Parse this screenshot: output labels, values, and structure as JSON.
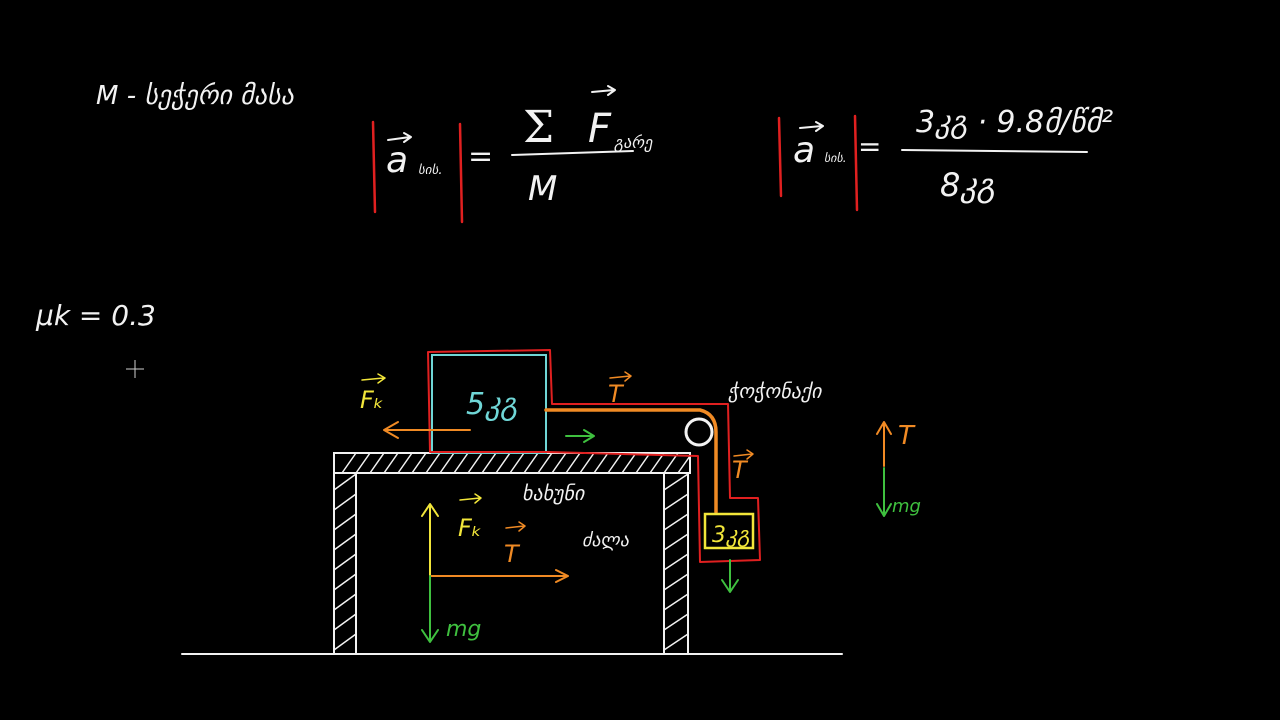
{
  "notes": {
    "mass_note": "M - სეჭერი მასა",
    "mu": "μk = 0.3"
  },
  "formula_general": {
    "lhs": "a",
    "lhs_sub": "სის.",
    "numerator_symbol": "Σ",
    "numerator_F": "F",
    "numerator_sub": "გარე",
    "denominator": "M"
  },
  "formula_numeric": {
    "lhs": "a",
    "lhs_sub": "სის.",
    "numerator": "3კგ · 9.8მ/წმ²",
    "denominator": "8კგ"
  },
  "diagram": {
    "block_top_mass": "5კგ",
    "block_hanging_mass": "3კგ",
    "pulley_label": "ჭოჭონაქი",
    "table_label": "ხახუნი",
    "table_label2": "ძალა",
    "label_friction": "Fₖ",
    "label_tension_top": "T",
    "label_tension_side": "T",
    "label_normal": "Fₖ",
    "label_tension_mid": "T",
    "label_mg_table": "mg",
    "side_T": "T",
    "side_mg": "mg"
  },
  "colors": {
    "chalk": "#f2f2f2",
    "red": "#e02020",
    "orange": "#f08a24",
    "yellow": "#f2e63a",
    "green": "#3fc03f",
    "cyan": "#6fd6d6"
  }
}
